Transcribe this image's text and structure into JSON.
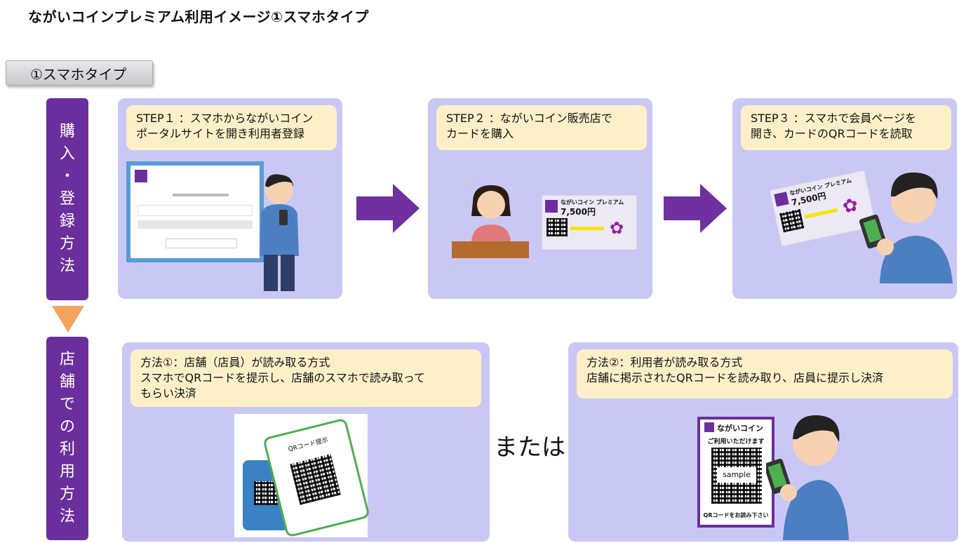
{
  "title": "ながいコインプレミアム利用イメージ①スマホタイプ",
  "type_tab": "①スマホタイプ",
  "section_purchase": [
    "購",
    "入",
    "・",
    "登",
    "録",
    "方",
    "法"
  ],
  "section_usage": [
    "店",
    "舗",
    "で",
    "の",
    "利",
    "用",
    "方",
    "法"
  ],
  "steps": [
    {
      "text": "STEP１ ：スマホからながいコイン\nポータルサイトを開き利用者登録"
    },
    {
      "text": "STEP２ ：ながいコイン販売店で\nカードを購入"
    },
    {
      "text": "STEP３ ：スマホで会員ページを\n開き、カードのQRコードを読取"
    }
  ],
  "methods": [
    {
      "text": "方法①：店舗（店員）が読み取る方式\nスマホでQRコードを提示し、店舗のスマホで読み取って\nもらい決済"
    },
    {
      "text": "方法②：利用者が読み取る方式\n店舗に掲示されたQRコードを読み取り、店員に提示し決済"
    }
  ],
  "or_label": "または",
  "card": {
    "brand": "ながいコイン プレミアム",
    "amount": "7,500円"
  },
  "poster": {
    "title": "ながいコイン",
    "subtitle": "ご利用いただけます",
    "sample": "sample",
    "footer": "QRコードをお読み下さい"
  },
  "phone_qr_label": "QRコード提示",
  "colors": {
    "purple": "#6a2f9c",
    "panel": "#c9c8f5",
    "note": "#fdf0c9",
    "down_arrow": "#f3a35f"
  }
}
